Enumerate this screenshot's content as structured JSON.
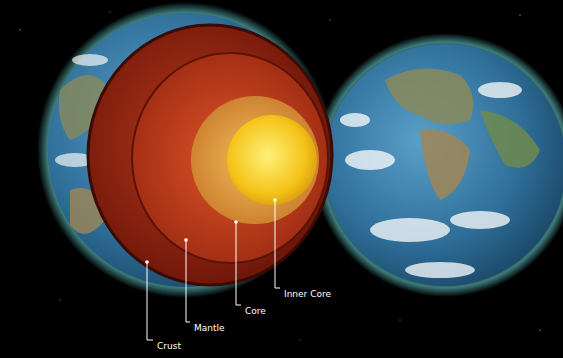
{
  "diagram": {
    "labels": [
      "Crust",
      "Mantle",
      "Core",
      "Inner Core"
    ]
  }
}
